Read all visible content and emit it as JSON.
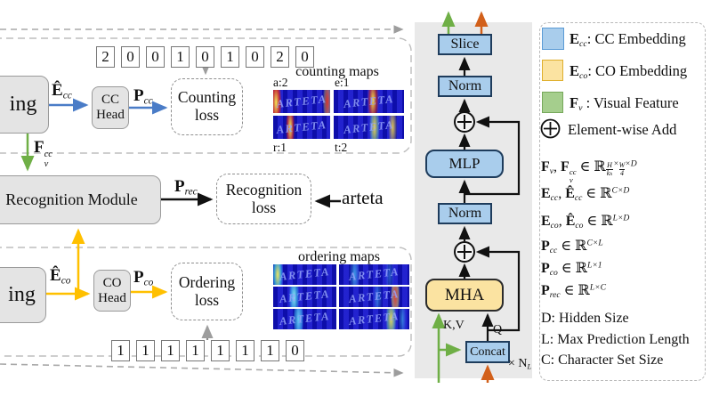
{
  "colors": {
    "blue_box": "#a9cdec",
    "yellow_box": "#fbe3a1",
    "green_swatch": "#a5ce8d",
    "blue_arrow": "#4a7cc7",
    "green_arrow": "#6faf46",
    "yellow_arrow": "#ffc000",
    "orange_arrow": "#d2601a",
    "heatmap_base": "#1515c4"
  },
  "counting_section": {
    "count_vector": [
      "2",
      "0",
      "0",
      "1",
      "0",
      "1",
      "0",
      "2",
      "0"
    ],
    "embedding_label": "ing",
    "e_cc_hat": [
      [
        "b",
        "Ê"
      ],
      [
        "sub",
        "cc"
      ]
    ],
    "cc_head_label": "CC Head",
    "p_cc": [
      [
        "b",
        "P"
      ],
      [
        "sub",
        "cc"
      ]
    ],
    "counting_loss_label": "Counting loss",
    "maps": {
      "title": "counting maps",
      "watermark": "ARTETA",
      "items": [
        {
          "label": "a:2"
        },
        {
          "label": "e:1"
        },
        {
          "label": "r:1"
        },
        {
          "label": "t:2"
        }
      ]
    }
  },
  "recognition_section": {
    "f_v_cc": [
      [
        "b",
        "F"
      ],
      [
        "stack",
        "cc",
        "v"
      ]
    ],
    "module_label": "Recognition Module",
    "p_rec": [
      [
        "b",
        "P"
      ],
      [
        "sub",
        "rec"
      ]
    ],
    "loss_label": "Recognition loss",
    "ground_truth": "arteta"
  },
  "ordering_section": {
    "embedding_label": "ing",
    "e_co_hat": [
      [
        "b",
        "Ê"
      ],
      [
        "sub",
        "co"
      ]
    ],
    "co_head_label": "CO Head",
    "p_co": [
      [
        "b",
        "P"
      ],
      [
        "sub",
        "co"
      ]
    ],
    "ordering_loss_label": "Ordering loss",
    "order_vector": [
      "1",
      "1",
      "1",
      "1",
      "1",
      "1",
      "1",
      "0"
    ],
    "maps": {
      "title": "ordering maps",
      "watermark": "ARTETA"
    }
  },
  "transformer_block": {
    "slice_label": "Slice",
    "norm_top_label": "Norm",
    "mlp_label": "MLP",
    "norm_bottom_label": "Norm",
    "mha_label": "MHA",
    "concat_label": "Concat",
    "kv_label": "K,V",
    "q_label": "Q",
    "repeat_label": [
      [
        "n",
        "× N"
      ],
      [
        "sub",
        "L"
      ]
    ]
  },
  "legend": {
    "items": [
      {
        "icon": "cc-embedding-swatch",
        "label": [
          [
            "b",
            "E"
          ],
          [
            "sub",
            "cc"
          ],
          [
            "n",
            ": CC Embedding"
          ]
        ]
      },
      {
        "icon": "co-embedding-swatch",
        "label": [
          [
            "b",
            "E"
          ],
          [
            "sub",
            "co"
          ],
          [
            "n",
            ": CO Embedding"
          ]
        ]
      },
      {
        "icon": "visual-feature-swatch",
        "label": [
          [
            "b",
            "F"
          ],
          [
            "sub",
            "v"
          ],
          [
            "n",
            " : Visual Feature"
          ]
        ]
      },
      {
        "icon": "oplus",
        "label": [
          [
            "n",
            "Element-wise Add"
          ]
        ]
      }
    ],
    "dims": [
      [
        [
          "b",
          "F"
        ],
        [
          "sub",
          "v"
        ],
        [
          "n",
          ", "
        ],
        [
          "b",
          "F"
        ],
        [
          "stack",
          "cc",
          "v"
        ],
        [
          "n",
          " ∈ ℝ"
        ],
        [
          "fracsup",
          "H",
          "k_h"
        ],
        [
          "sup",
          "×"
        ],
        [
          "fracsup",
          "W",
          "4"
        ],
        [
          "sup",
          "×D"
        ]
      ],
      [
        [
          "b",
          "E"
        ],
        [
          "sub",
          "cc"
        ],
        [
          "n",
          ", "
        ],
        [
          "b",
          "Ê"
        ],
        [
          "sub",
          "cc"
        ],
        [
          "n",
          " ∈ ℝ"
        ],
        [
          "sup",
          "C×D"
        ]
      ],
      [
        [
          "b",
          "E"
        ],
        [
          "sub",
          "co"
        ],
        [
          "n",
          ", "
        ],
        [
          "b",
          "Ê"
        ],
        [
          "sub",
          "co"
        ],
        [
          "n",
          " ∈ ℝ"
        ],
        [
          "sup",
          "L×D"
        ]
      ],
      [
        [
          "b",
          "P"
        ],
        [
          "sub",
          "cc"
        ],
        [
          "n",
          " ∈ ℝ"
        ],
        [
          "sup",
          "C×L"
        ]
      ],
      [
        [
          "b",
          "P"
        ],
        [
          "sub",
          "co"
        ],
        [
          "n",
          " ∈ ℝ"
        ],
        [
          "sup",
          "L×1"
        ]
      ],
      [
        [
          "b",
          "P"
        ],
        [
          "sub",
          "rec"
        ],
        [
          "n",
          " ∈ ℝ"
        ],
        [
          "sup",
          "L×C"
        ]
      ]
    ],
    "notes": [
      "D: Hidden Size",
      "L: Max Prediction Length",
      "C: Character Set Size"
    ]
  }
}
